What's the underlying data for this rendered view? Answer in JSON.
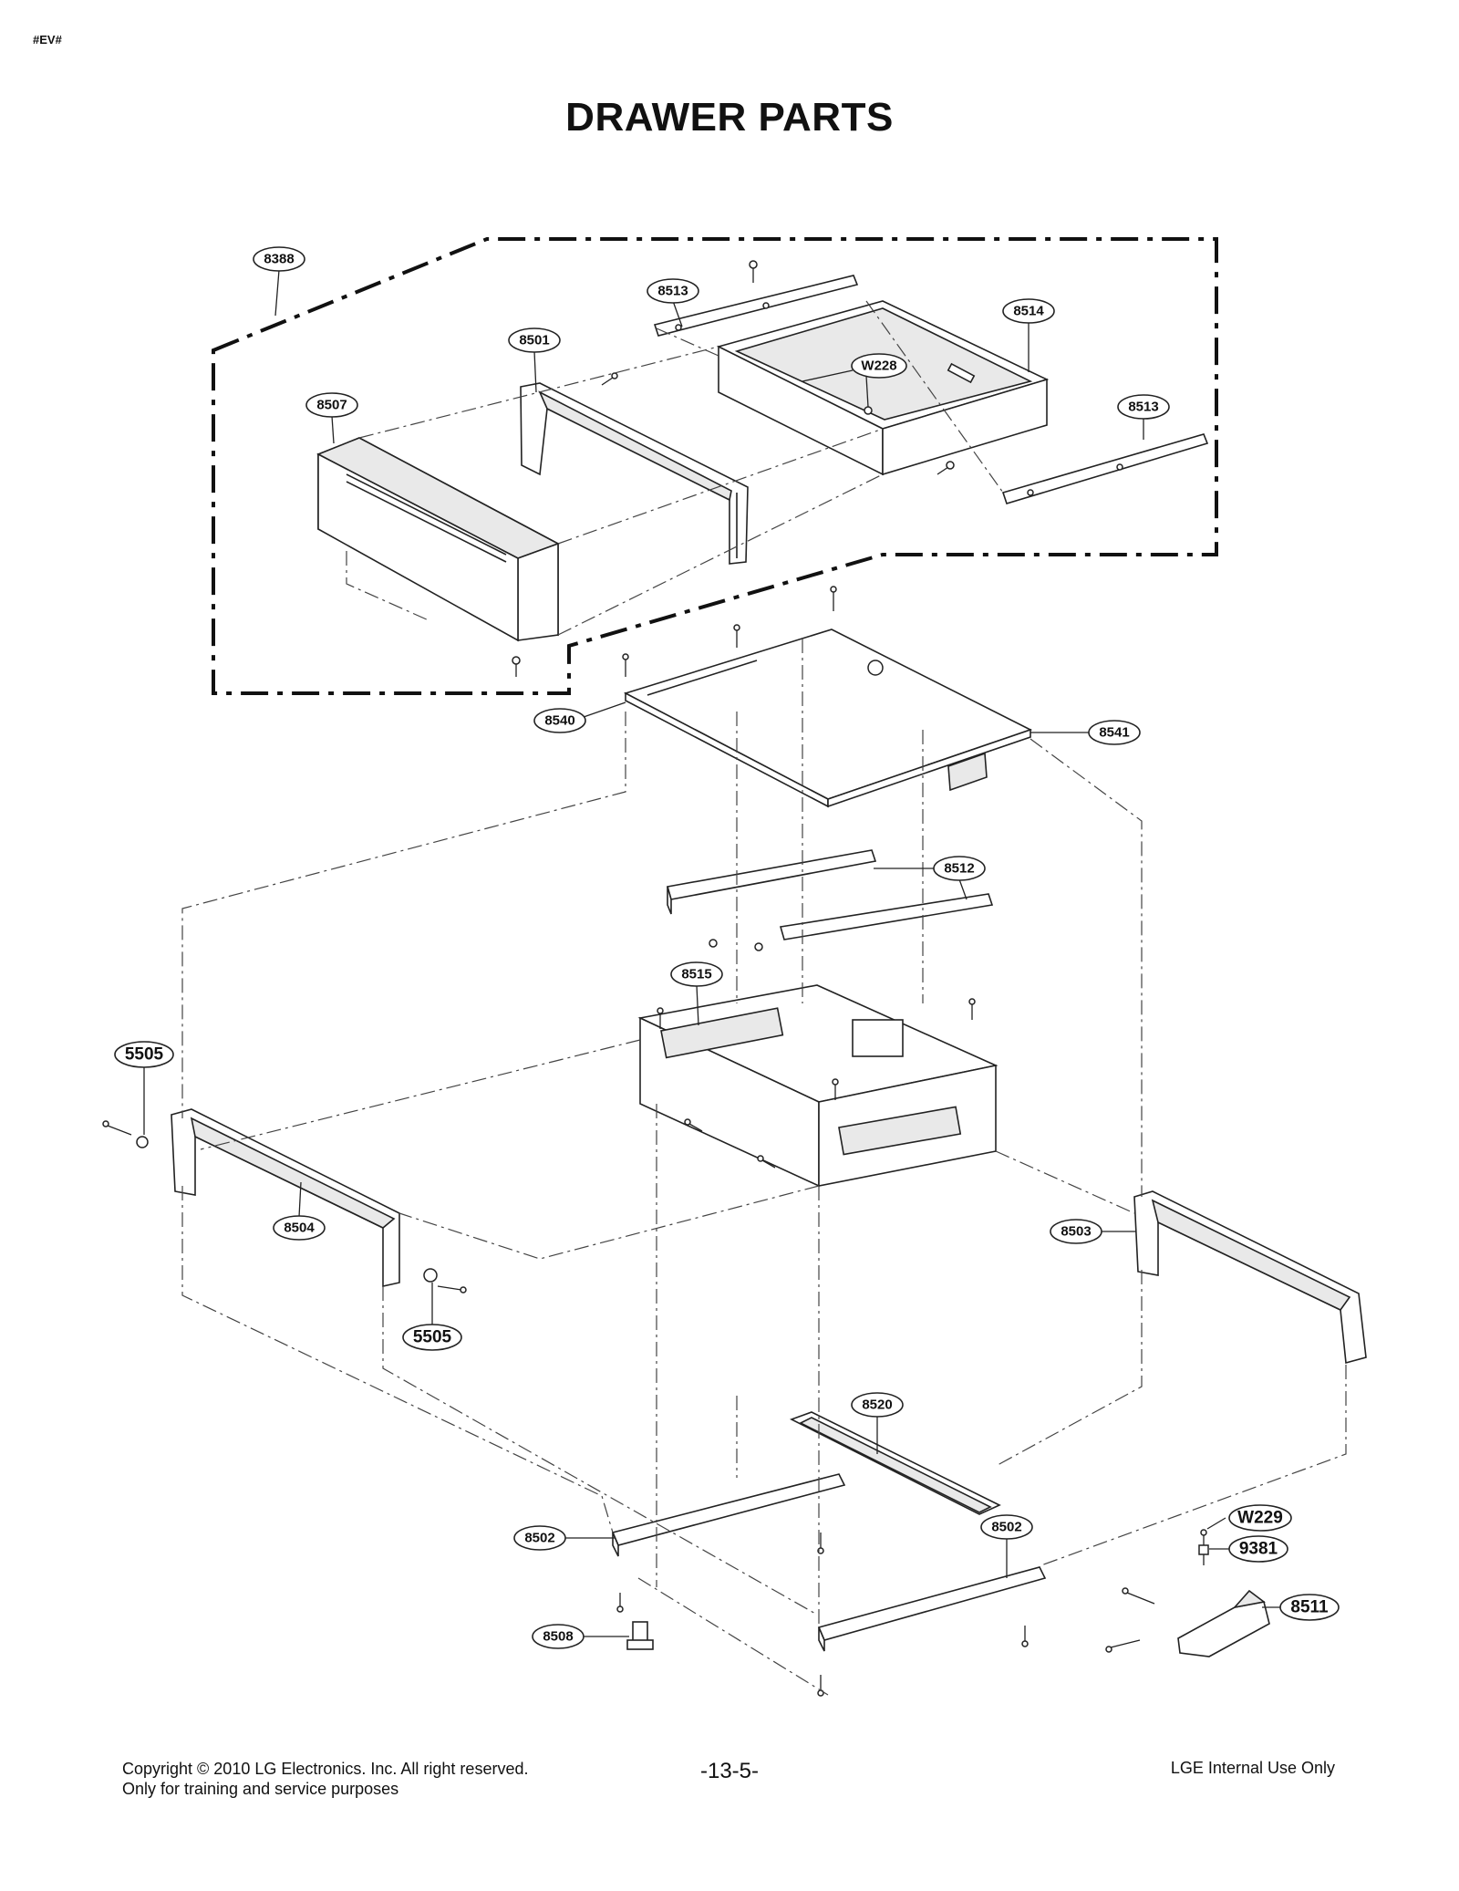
{
  "doc": {
    "corner_tag": "#EV#",
    "title": "DRAWER PARTS"
  },
  "callouts": {
    "c8388": "8388",
    "c8513a": "8513",
    "c8514": "8514",
    "c8501": "8501",
    "cW228": "W228",
    "c8507": "8507",
    "c8513b": "8513",
    "c8540": "8540",
    "c8541": "8541",
    "c8512": "8512",
    "c8515": "8515",
    "c5505a": "5505",
    "c8504": "8504",
    "c5505b": "5505",
    "c8503": "8503",
    "c8520": "8520",
    "c8502a": "8502",
    "c8502b": "8502",
    "cW229": "W229",
    "c9381": "9381",
    "c8511": "8511",
    "c8508": "8508"
  },
  "footer": {
    "copyright_line1": "Copyright © 2010 LG Electronics. Inc. All right reserved.",
    "copyright_line2": "Only for training and service purposes",
    "page_number": "-13-5-",
    "internal": "LGE Internal Use Only"
  }
}
